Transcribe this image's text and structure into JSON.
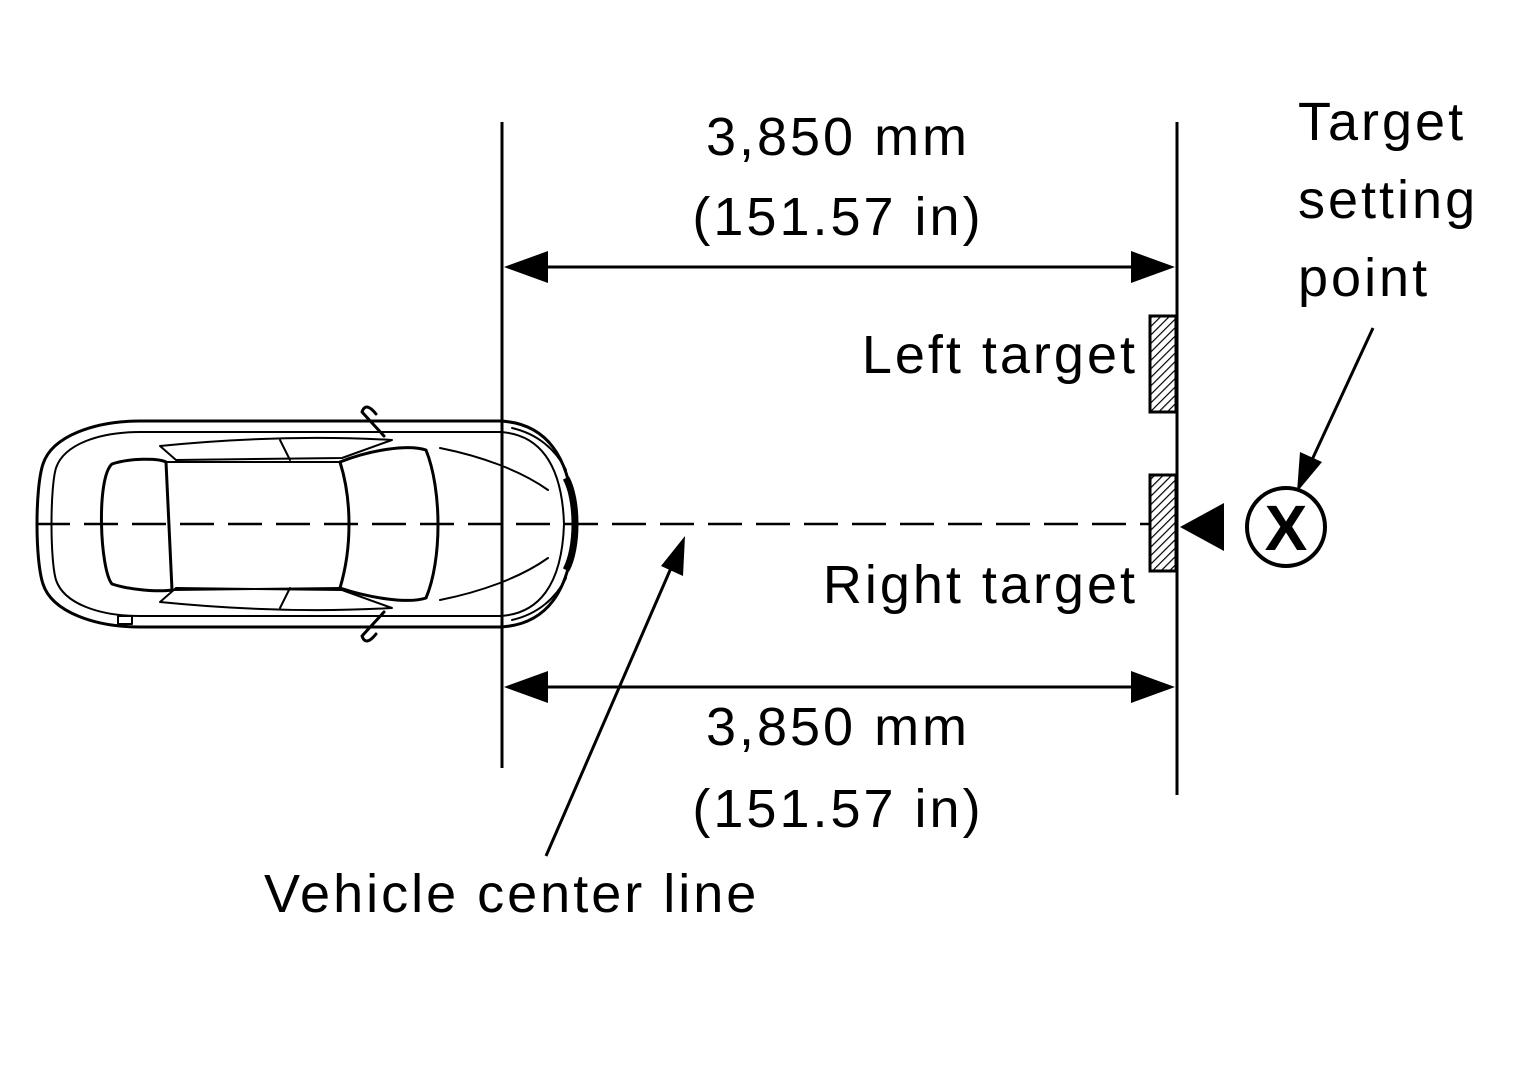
{
  "dimensions": {
    "top": {
      "value": "3,850 mm",
      "imperial": "(151.57 in)"
    },
    "bottom": {
      "value": "3,850 mm",
      "imperial": "(151.57 in)"
    }
  },
  "labels": {
    "target_setting_point": [
      "Target",
      "setting",
      "point"
    ],
    "left_target": "Left target",
    "right_target": "Right target",
    "vehicle_center_line": "Vehicle center line",
    "marker_symbol": "X"
  },
  "colors": {
    "ink": "#000000",
    "background": "#ffffff"
  }
}
